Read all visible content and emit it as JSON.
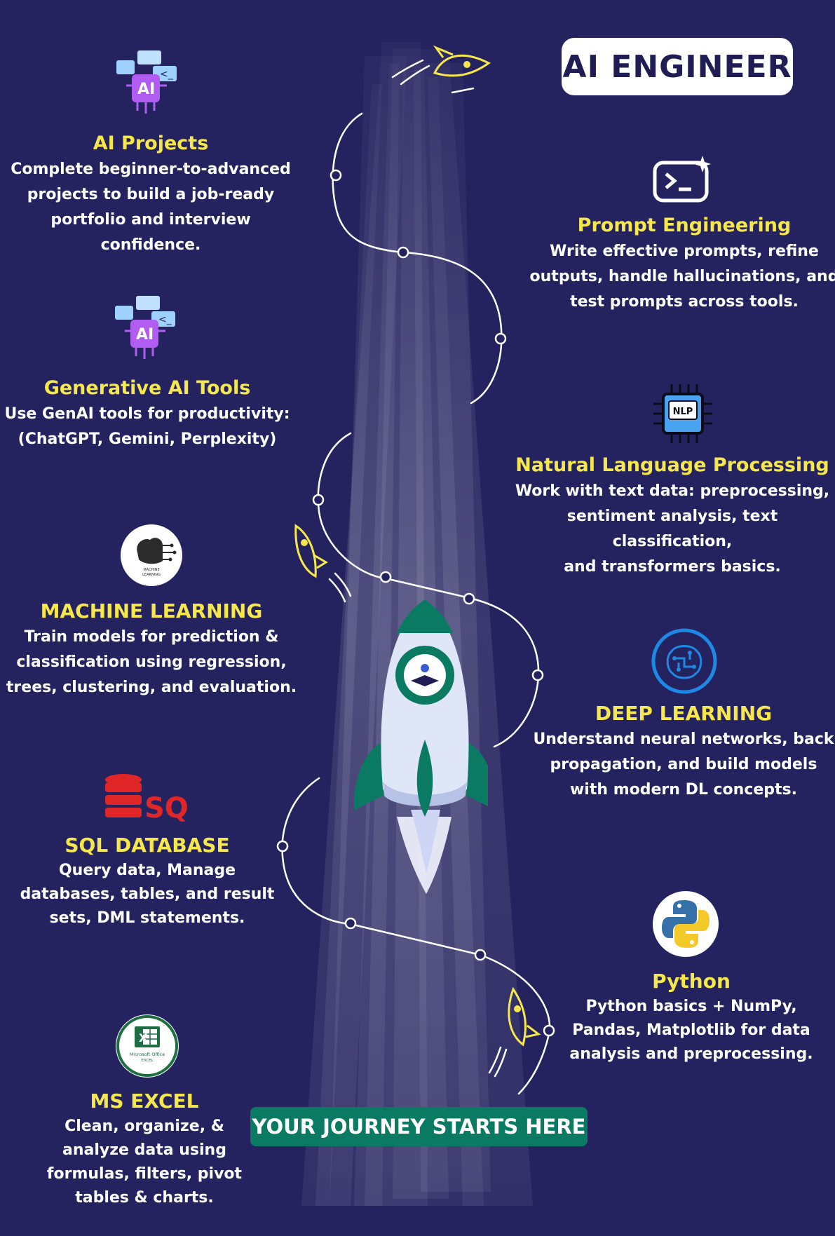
{
  "title": "AI ENGINEER",
  "cta": "YOUR JOURNEY STARTS HERE",
  "colors": {
    "background": "#25235f",
    "heading": "#f6e84c",
    "body_text": "#ffffff",
    "cta_bg": "#0b7a63",
    "rocket_green": "#0b7a63"
  },
  "steps": {
    "ai_projects": {
      "icon": "ai-chat-icon",
      "title": "AI Projects",
      "lines": [
        "Complete beginner-to-advanced",
        "projects to build a job-ready",
        "portfolio and interview confidence."
      ]
    },
    "prompt_engineering": {
      "icon": "terminal-sparkle-icon",
      "title": "Prompt Engineering",
      "lines": [
        "Write effective prompts, refine",
        "outputs, handle hallucinations, and",
        "test prompts across tools."
      ]
    },
    "genai_tools": {
      "icon": "ai-chat-icon",
      "title": "Generative AI Tools",
      "lines": [
        "Use GenAI tools for productivity:",
        "(ChatGPT, Gemini, Perplexity)"
      ]
    },
    "nlp": {
      "icon": "nlp-chip-icon",
      "icon_text": "NLP",
      "title": "Natural Language Processing",
      "lines": [
        "Work with text data: preprocessing,",
        "sentiment analysis, text classification,",
        "and transformers basics."
      ]
    },
    "machine_learning": {
      "icon": "brain-circuit-icon",
      "icon_text_1": "MACHINE",
      "icon_text_2": "LEARNING",
      "title": "MACHINE LEARNING",
      "lines": [
        "Train models for prediction &",
        "classification using regression,",
        "trees, clustering, and evaluation."
      ]
    },
    "deep_learning": {
      "icon": "neural-circuit-icon",
      "title": "DEEP LEARNING",
      "lines": [
        "Understand neural networks, back",
        "propagation, and build models",
        "with modern DL concepts."
      ]
    },
    "sql": {
      "icon": "database-icon",
      "icon_text": "SQL",
      "title": "SQL DATABASE",
      "lines": [
        "Query data, Manage",
        "databases, tables, and result",
        "sets, DML statements."
      ]
    },
    "python": {
      "icon": "python-logo-icon",
      "title": "Python",
      "lines": [
        "Python basics + NumPy,",
        "Pandas, Matplotlib for data",
        "analysis and preprocessing."
      ]
    },
    "excel": {
      "icon": "excel-logo-icon",
      "icon_text_1": "Microsoft Office",
      "icon_text_2": "EXCEL",
      "title": "MS EXCEL",
      "lines": [
        "Clean, organize, &",
        "analyze data using",
        "formulas, filters, pivot",
        "tables & charts."
      ]
    }
  }
}
